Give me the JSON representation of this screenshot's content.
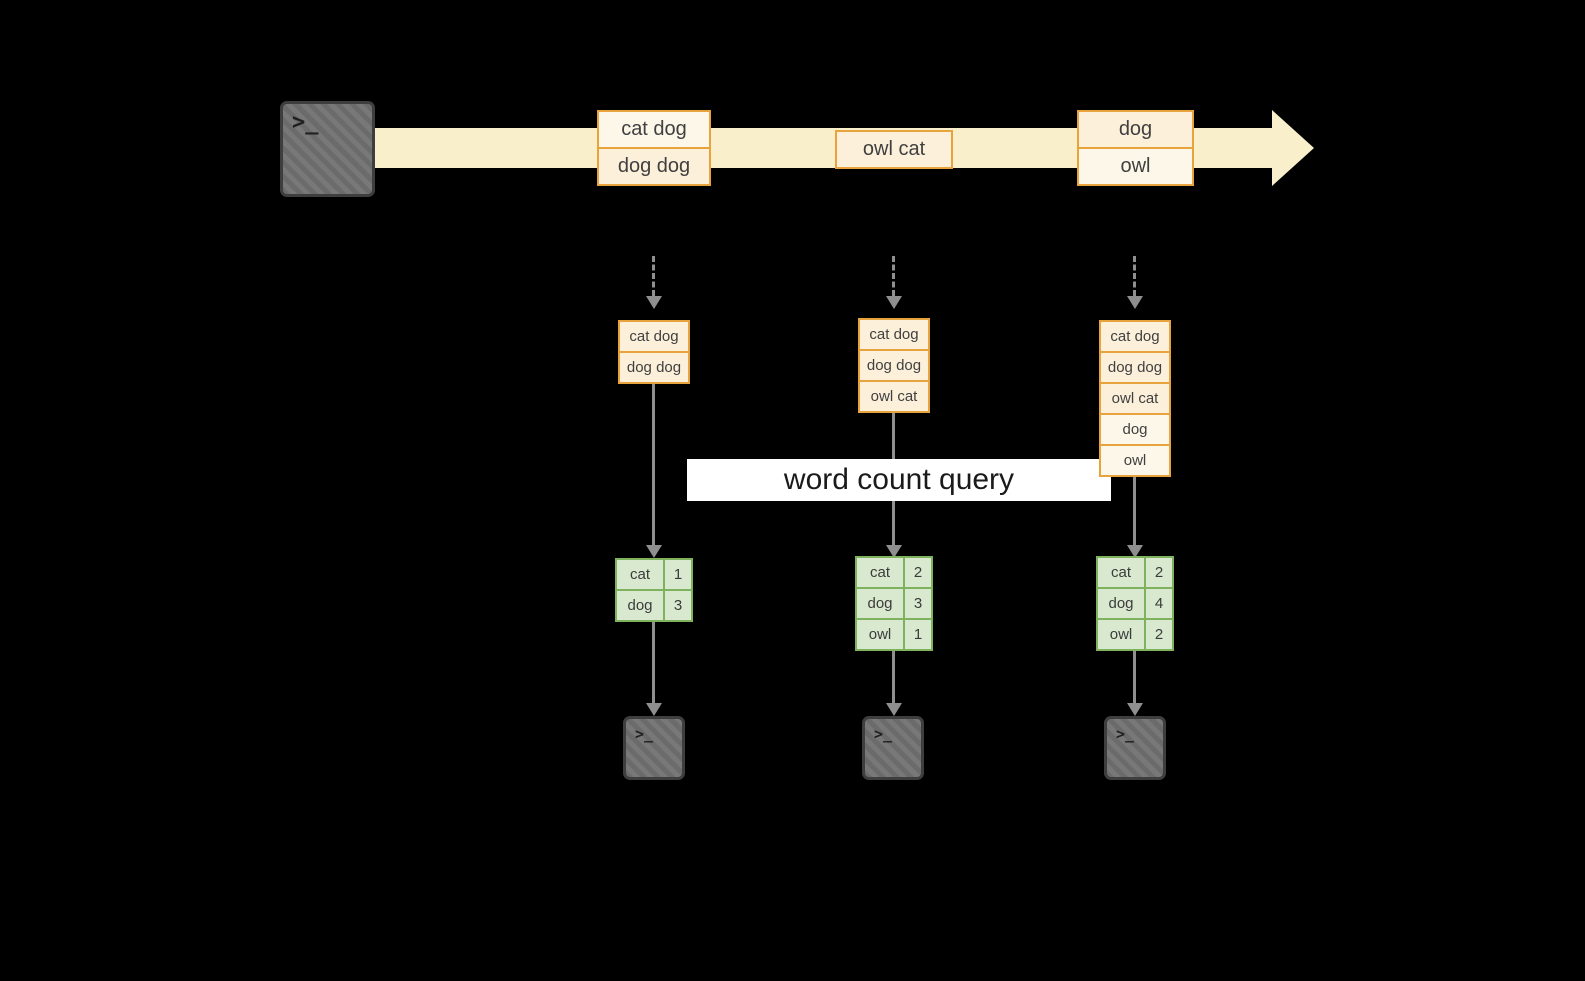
{
  "banner": {
    "label": "word count query"
  },
  "icons": {
    "terminal_prompt": ">_"
  },
  "colors": {
    "background": "#000000",
    "stream_fill": "#faefcb",
    "event_border": "#e8a33d",
    "event_fill": "#fcf0da",
    "table_border": "#7fb25c",
    "table_fill": "#d9e9cf",
    "arrow": "#8f8f8f",
    "banner_bg": "#ffffff"
  },
  "stream": {
    "events": [
      {
        "lines": [
          "cat dog",
          "dog dog"
        ]
      },
      {
        "lines": [
          "owl cat"
        ]
      },
      {
        "lines": [
          "dog",
          "owl"
        ]
      }
    ]
  },
  "columns": [
    {
      "state": [
        "cat dog",
        "dog dog"
      ],
      "counts": [
        {
          "word": "cat",
          "count": "1"
        },
        {
          "word": "dog",
          "count": "3"
        }
      ]
    },
    {
      "state": [
        "cat dog",
        "dog dog",
        "owl cat"
      ],
      "counts": [
        {
          "word": "cat",
          "count": "2"
        },
        {
          "word": "dog",
          "count": "3"
        },
        {
          "word": "owl",
          "count": "1"
        }
      ]
    },
    {
      "state": [
        "cat dog",
        "dog dog",
        "owl cat",
        "dog",
        "owl"
      ],
      "counts": [
        {
          "word": "cat",
          "count": "2"
        },
        {
          "word": "dog",
          "count": "4"
        },
        {
          "word": "owl",
          "count": "2"
        }
      ]
    }
  ]
}
